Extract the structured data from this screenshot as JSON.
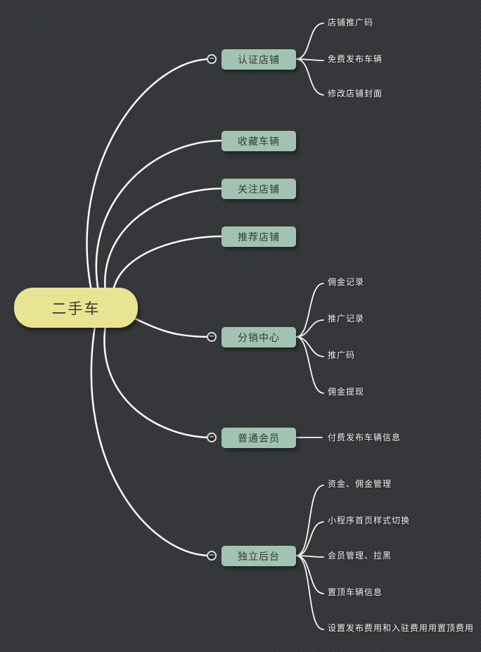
{
  "title": "二手车思维导图",
  "colors": {
    "background": "#35383a",
    "root_fill": "#e9e394",
    "root_text": "#3a392c",
    "branch_fill": "#a2c3b3",
    "branch_text": "#2e3d35",
    "leaf_text": "#f0f0ee",
    "connector": "#fbfbf9"
  },
  "icons": {
    "collapse": "−"
  },
  "root": {
    "label": "二手车"
  },
  "branches": [
    {
      "label": "认证店铺",
      "collapsible": true,
      "children": [
        "店铺推广码",
        "免费发布车辆",
        "修改店铺封面"
      ]
    },
    {
      "label": "收藏车辆",
      "collapsible": false,
      "children": []
    },
    {
      "label": "关注店铺",
      "collapsible": false,
      "children": []
    },
    {
      "label": "推荐店铺",
      "collapsible": false,
      "children": []
    },
    {
      "label": "分销中心",
      "collapsible": true,
      "children": [
        "佣金记录",
        "推广记录",
        "推广码",
        "佣金提现"
      ]
    },
    {
      "label": "普通会员",
      "collapsible": true,
      "children": [
        "付费发布车辆信息"
      ]
    },
    {
      "label": "独立后台",
      "collapsible": true,
      "children": [
        "资金、佣金管理",
        "小程序首页样式切换",
        "会员管理、拉黑",
        "置顶车辆信息",
        "设置发布费用和入驻费用用置顶费用"
      ]
    }
  ]
}
